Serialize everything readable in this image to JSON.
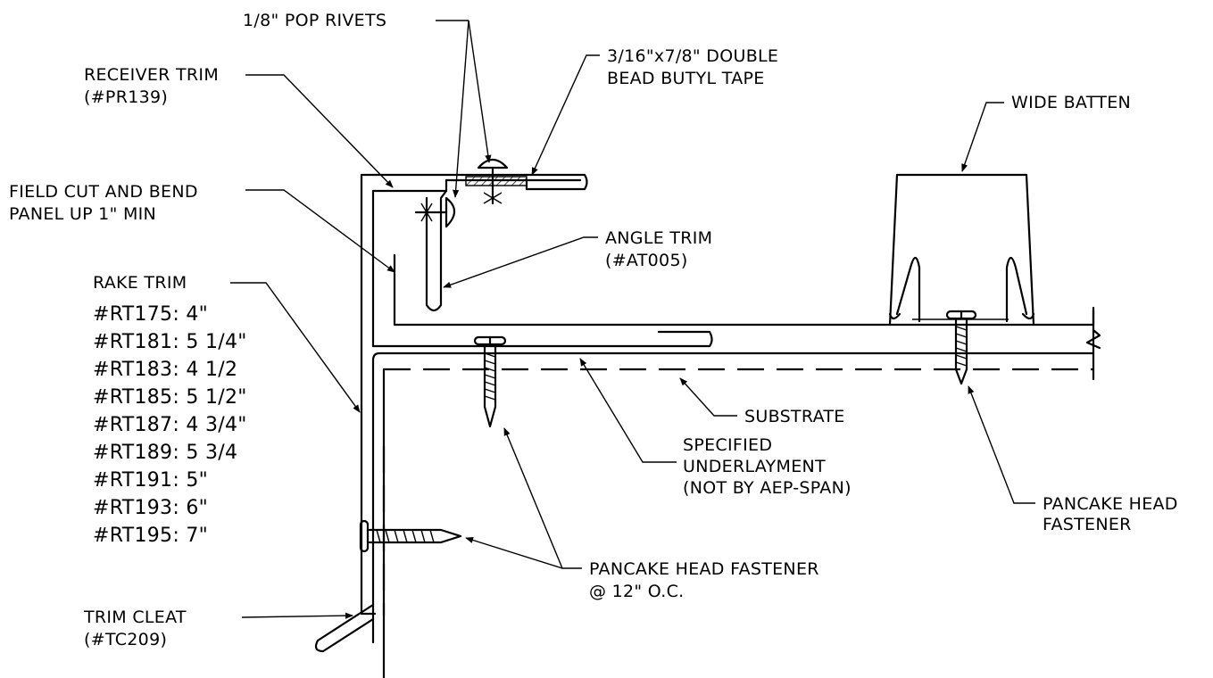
{
  "labels": {
    "pop_rivets": "1/8\" POP RIVETS",
    "receiver_trim": [
      "RECEIVER TRIM",
      "(#PR139)"
    ],
    "butyl_tape": [
      "3/16\"x7/8\" DOUBLE",
      "BEAD BUTYL TAPE"
    ],
    "wide_batten": "WIDE BATTEN",
    "field_cut": [
      "FIELD CUT AND BEND",
      "PANEL UP 1\" MIN"
    ],
    "angle_trim": [
      "ANGLE TRIM",
      "(#AT005)"
    ],
    "rake_trim": "RAKE TRIM",
    "rake_trim_sizes": [
      "#RT175: 4\"",
      "#RT181: 5 1/4\"",
      "#RT183: 4 1/2",
      "#RT185: 5 1/2\"",
      "#RT187: 4 3/4\"",
      "#RT189: 5 3/4",
      "#RT191: 5\"",
      "#RT193: 6\"",
      "#RT195: 7\""
    ],
    "substrate": "SUBSTRATE",
    "underlayment": [
      "SPECIFIED",
      "UNDERLAYMENT",
      "(NOT BY AEP-SPAN)"
    ],
    "pancake_head_right": [
      "PANCAKE HEAD",
      "FASTENER"
    ],
    "pancake_head_bottom": [
      "PANCAKE HEAD FASTENER",
      "@ 12\" O.C."
    ],
    "trim_cleat": [
      "TRIM CLEAT",
      "(#TC209)"
    ]
  }
}
